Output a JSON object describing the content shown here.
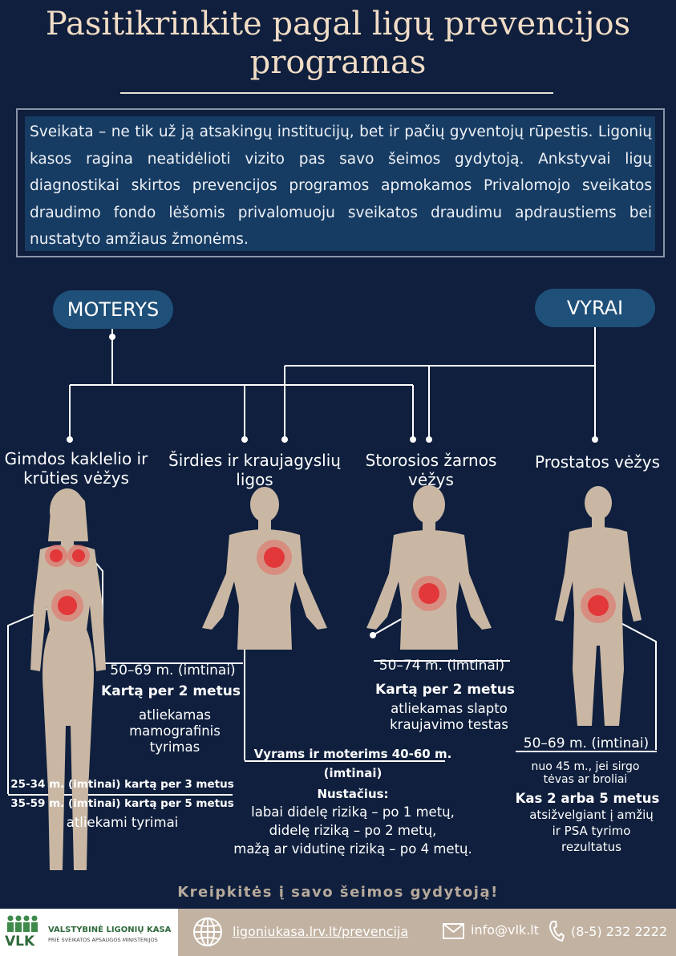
{
  "title": "Pasitikrinkite pagal ligų prevencijos programas",
  "intro": "Sveikata – ne tik už ją atsakingų institucijų, bet ir pačių gyventojų rūpestis. Ligonių kasos ragina neatidėlioti vizito pas savo šeimos gydytoją. Ankstyvai ligų diagnostikai skirtos prevencijos programos apmokamos Privalomojo sveikatos draudimo fondo lėšomis privalomuoju sveikatos draudimu apdraustiems bei nustatyto amžiaus žmonėms.",
  "groups": {
    "women": "MOTERYS",
    "men": "VYRAI"
  },
  "categories": {
    "cervical_breast": "Gimdos kaklelio ir krūties vėžys",
    "cardio": "Širdies ir kraujagyslių ligos",
    "colorectal": "Storosios žarnos vėžys",
    "prostate": "Prostatos vėžys"
  },
  "mammography": {
    "age": "50–69 m. (imtinai)",
    "freq": "Kartą per 2 metus",
    "desc": "atliekamas mamografinis tyrimas"
  },
  "cervical": {
    "line1": "25-34 m. (imtinai) kartą per 3 metus",
    "line2": "35-59 m. (imtinai) kartą per 5 metus",
    "desc": "atliekami tyrimai"
  },
  "cardio_info": {
    "line1": "Vyrams ir moterims 40-60 m.",
    "line2": "(imtinai)",
    "line3": "Nustačius:",
    "line4": "labai didelę riziką – po 1 metų,",
    "line5": "didelę riziką – po 2 metų,",
    "line6": "mažą ar vidutinę riziką – po 4 metų."
  },
  "colorectal_info": {
    "age": "50–74 m. (imtinai)",
    "freq": "Kartą per 2 metus",
    "desc": "atliekamas slapto kraujavimo testas"
  },
  "prostate_info": {
    "age": "50–69 m. (imtinai)",
    "extra": "nuo 45 m., jei sirgo tėvas ar broliai",
    "freq": "Kas 2 arba 5 metus",
    "desc": "atsižvelgiant į amžių ir PSA tyrimo rezultatus"
  },
  "footer": {
    "cta": "Kreipkitės į savo šeimos gydytoją!",
    "org_name": "VALSTYBINĖ LIGONIŲ KASA",
    "org_sub": "PRIE SVEIKATOS APSAUGOS MINISTERIJOS",
    "logo_abbr": "VLK",
    "website": "ligoniukasa.lrv.lt/prevencija",
    "email": "info@vlk.lt",
    "phone": "(8-5) 232 2222"
  },
  "colors": {
    "background": "#0f1f3d",
    "pill": "#1f5079",
    "body": "#c9b7a4",
    "hotspot": "#e2383a",
    "title": "#f1dcc6"
  },
  "icons": [
    "globe-icon",
    "mail-icon",
    "phone-icon"
  ]
}
